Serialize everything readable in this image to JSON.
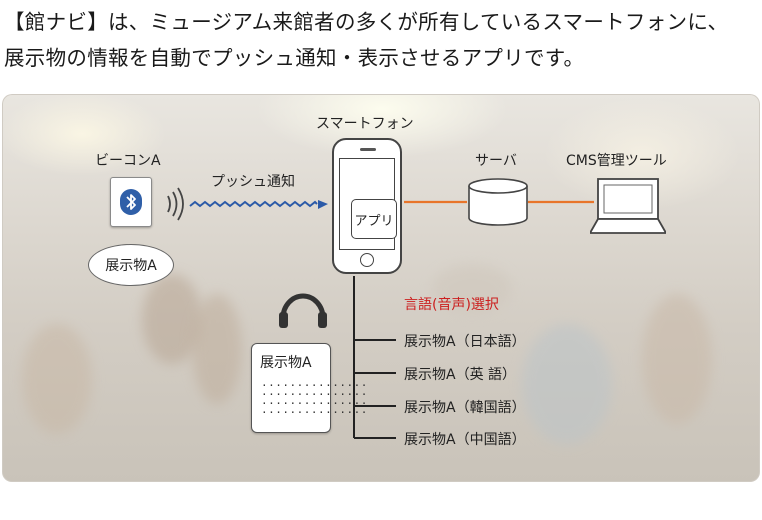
{
  "intro": {
    "line1": "【館ナビ】は、ミュージアム来館者の多くが所有しているスマートフォンに、",
    "line2": "展示物の情報を自動でプッシュ通知・表示させるアプリです。"
  },
  "diagram": {
    "beacon_label": "ビーコンA",
    "push_label": "プッシュ通知",
    "phone_label": "スマートフォン",
    "app_label": "アプリ",
    "server_label": "サーバ",
    "cms_label": "CMS管理ツール",
    "exhibit_oval": "展示物A",
    "card_title": "展示物A",
    "card_dots": [
      "...............",
      "...............",
      "...............",
      "..............."
    ],
    "language_title": "言語(音声)選択",
    "languages": [
      "展示物A（日本語）",
      "展示物A（英 語）",
      "展示物A（韓国語）",
      "展示物A（中国語）"
    ],
    "colors": {
      "push_arrow": "#2b5aa8",
      "server_link": "#e8752a",
      "language_title": "#cc1f1f",
      "bluetooth": "#2f5fa8"
    }
  }
}
